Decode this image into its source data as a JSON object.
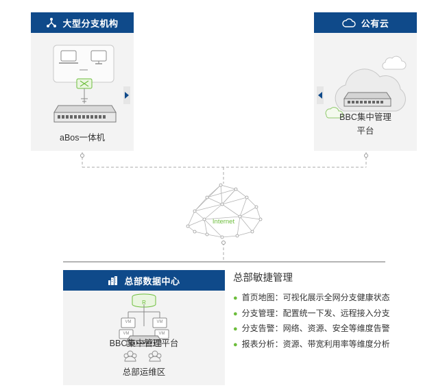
{
  "branch": {
    "title": "大型分支机构",
    "icon": "network-tree-icon",
    "device_label": "aBos一体机"
  },
  "cloud": {
    "title": "公有云",
    "icon": "cloud-icon",
    "platform_label_line1": "BBC集中管理",
    "platform_label_line2": "平台"
  },
  "internet": {
    "label": "Internet"
  },
  "hq": {
    "title": "总部数据中心",
    "icon": "building-icon",
    "platform_label": "BBC集中管理平台",
    "ops_label": "总部运维区",
    "router_letter": "R",
    "vm_labels": [
      "VM",
      "VM",
      "VM",
      "VM"
    ]
  },
  "features": {
    "title": "总部敏捷管理",
    "items": [
      "首页地图：可视化展示全网分支健康状态",
      "分支管理：配置统一下发、远程接入分支",
      "分支告警：网络、资源、安全等维度告警",
      "报表分析：资源、带宽利用率等维度分析"
    ]
  },
  "colors": {
    "header_blue": "#0f4a8a",
    "accent_green": "#6cbd3b",
    "card_gray": "#f3f3f3"
  }
}
